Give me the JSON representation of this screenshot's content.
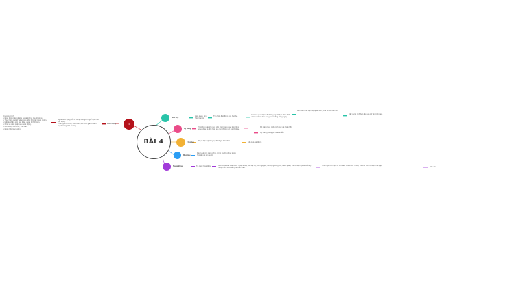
{
  "center": {
    "title": "BÀI 4"
  },
  "colors": {
    "red": "#b5121b",
    "teal": "#29c4a9",
    "pink": "#ea4c89",
    "yellow": "#f2b134",
    "blue": "#2a9df4",
    "purple": "#a13ad9"
  },
  "branches": [
    {
      "id": "red",
      "bubble_text": "4",
      "label": "Hoạt động",
      "note_lines": [
        "Nghề hoạt động của tổ trong thời gian nghỉ học, chơi vận động.",
        "Tham gia trò chơi, hoạt động vui chơi giải trí lành mạnh trong nhà trường."
      ],
      "leftmost_title": "Chương trình",
      "leftmost_lines": [
        "• Hoạt động trải nghiệm ngoài trời tại địa phương.",
        "• Thực hiện các kỹ năng giao tiếp, hợp tác trong nhóm.",
        "• Biết tự chăm sóc bản thân, quản lý thời gian.",
        "• Chia sẻ cảm nhận sau hoạt động.",
        "• Rèn luyện thể chất, tinh thần.",
        "• Ngày hội của trường."
      ]
    },
    {
      "id": "teal",
      "label": "Bài học",
      "chain": [
        "Làm quen, tìm hiểu bạn bè.",
        "Tìm hiểu đặc điểm của bạn bè.",
        "Chia sẻ cảm nhận về những người bạn thân thiết và học hỏi từ bạn trong cuộc sống hằng ngày.",
        "Biết cách thể hiện sự quan tâm, chia sẻ với bạn bè.",
        "Xây dựng tình bạn đẹp và giữ gìn tình bạn."
      ]
    },
    {
      "id": "pink",
      "label": "Kỹ năng",
      "chain": [
        "Thực hiện các kỹ năng cần thiết trong giao tiếp, lắng nghe, chia sẻ, thể hiện sự cảm thông với người khác.",
        "Kỹ năng lắng nghe tích cực và phản hồi.",
        "Kỹ năng giải quyết mâu thuẫn."
      ]
    },
    {
      "id": "yellow",
      "label": "Tổng kết",
      "chain": [
        "Thực hiện kỹ năng tự đánh giá bản thân.",
        "Kết quả đạt được."
      ]
    },
    {
      "id": "blue",
      "label": "Mục tiêu",
      "chain": [
        "Rèn luyện kỹ năng sống, tự tin và chủ động trong học tập và rèn luyện."
      ]
    },
    {
      "id": "purple",
      "label": "Ngoại khóa",
      "chain": [
        "Tổ chức hoạt động",
        "Giới thiệu các hoạt động ngoại khóa, câu lạc bộ, tình nguyện, lao động công ích, tham quan, trải nghiệm, phát triển kỹ năng mềm và khám phá bản thân.",
        "Tham gia tích cực và có trách nhiệm với nhóm, chia sẻ kinh nghiệm học tập.",
        "Báo cáo"
      ]
    }
  ]
}
